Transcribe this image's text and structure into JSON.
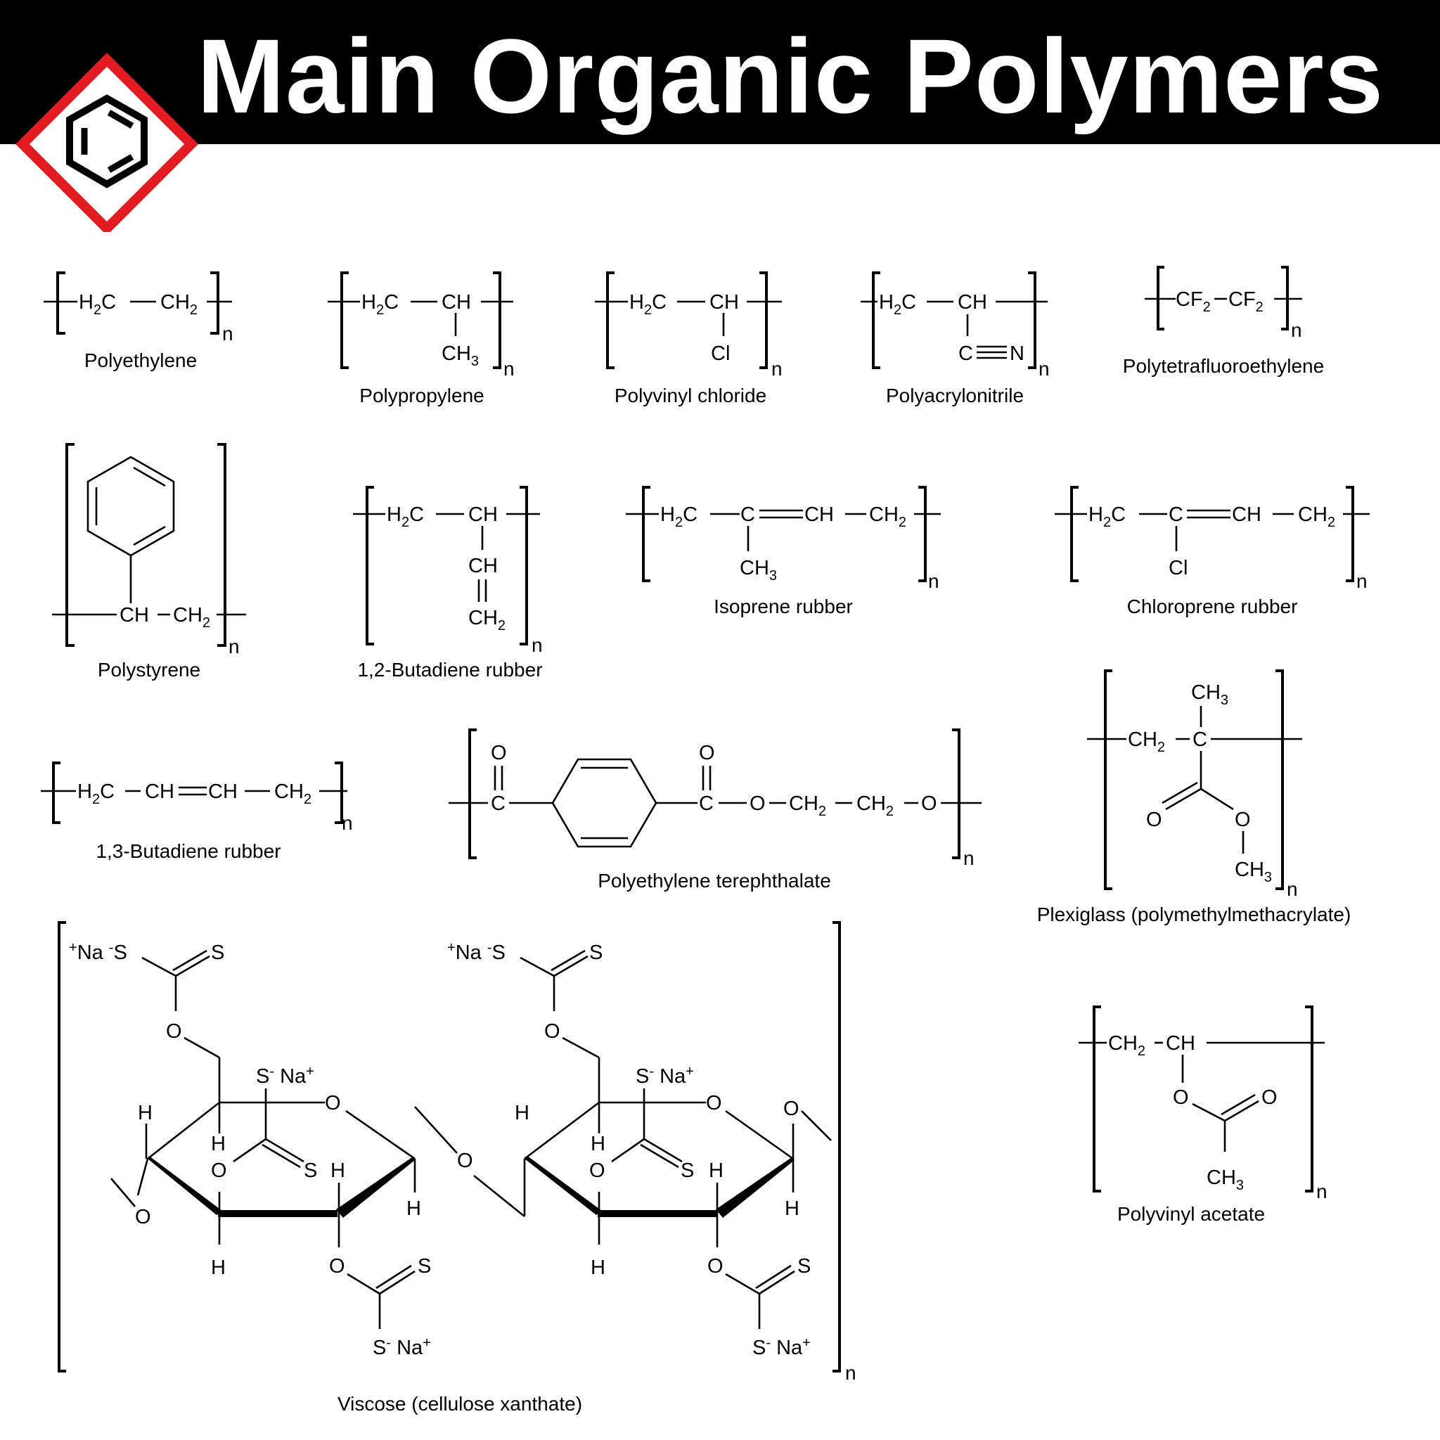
{
  "title": "Main Organic Polymers",
  "logo_icon": "benzene-hazard-icon",
  "colors": {
    "header_bg": "#000000",
    "title_text": "#ffffff",
    "logo_border": "#e31b23",
    "structure": "#000000"
  },
  "polymers": [
    {
      "name": "Polyethylene"
    },
    {
      "name": "Polypropylene"
    },
    {
      "name": "Polyvinyl chloride"
    },
    {
      "name": "Polyacrylonitrile"
    },
    {
      "name": "Polytetrafluoroethylene"
    },
    {
      "name": "Polystyrene"
    },
    {
      "name": "1,2-Butadiene rubber"
    },
    {
      "name": "Isoprene rubber"
    },
    {
      "name": "Chloroprene rubber"
    },
    {
      "name": "1,3-Butadiene rubber"
    },
    {
      "name": "Polyethylene terephthalate"
    },
    {
      "name": "Plexiglass (polymethylmethacrylate)"
    },
    {
      "name": "Polyvinyl acetate"
    },
    {
      "name": "Viscose (cellulose xanthate)"
    }
  ],
  "repeat_index": "n"
}
